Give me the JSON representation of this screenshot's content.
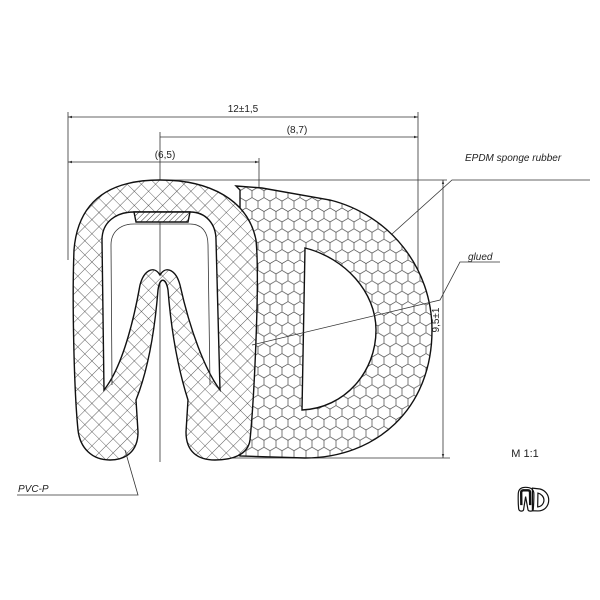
{
  "dimensions": {
    "overall_width": "12±1,5",
    "sponge_offset": "(8,7)",
    "clip_width": "(6,5)",
    "height": "9,5±1"
  },
  "labels": {
    "sponge_material": "EPDM sponge rubber",
    "joint": "glued",
    "clip_material": "PVC-P",
    "scale": "M 1:1"
  },
  "colors": {
    "line": "#222222",
    "background": "#ffffff"
  }
}
